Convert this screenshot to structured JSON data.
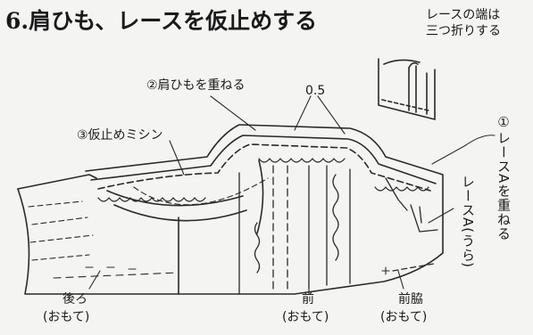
{
  "title": {
    "number": "6.",
    "text": "肩ひも、レースを仮止めする"
  },
  "note": {
    "line1": "レースの端は",
    "line2": "三つ折りする"
  },
  "steps": {
    "step2": "②肩ひもを重ねる",
    "measure": "0.5",
    "step3": "③仮止めミシン",
    "step1": "①レースAを重ねる"
  },
  "labels": {
    "lace_back": "レースA(うら)",
    "back": "後ろ",
    "back_side": "(おもて)",
    "front": "前",
    "front_side": "(おもて)",
    "side_front": "前脇",
    "side_front_side": "(おもて)"
  },
  "colors": {
    "line": "#2a2a2a",
    "paper": "#f4f4f2"
  }
}
